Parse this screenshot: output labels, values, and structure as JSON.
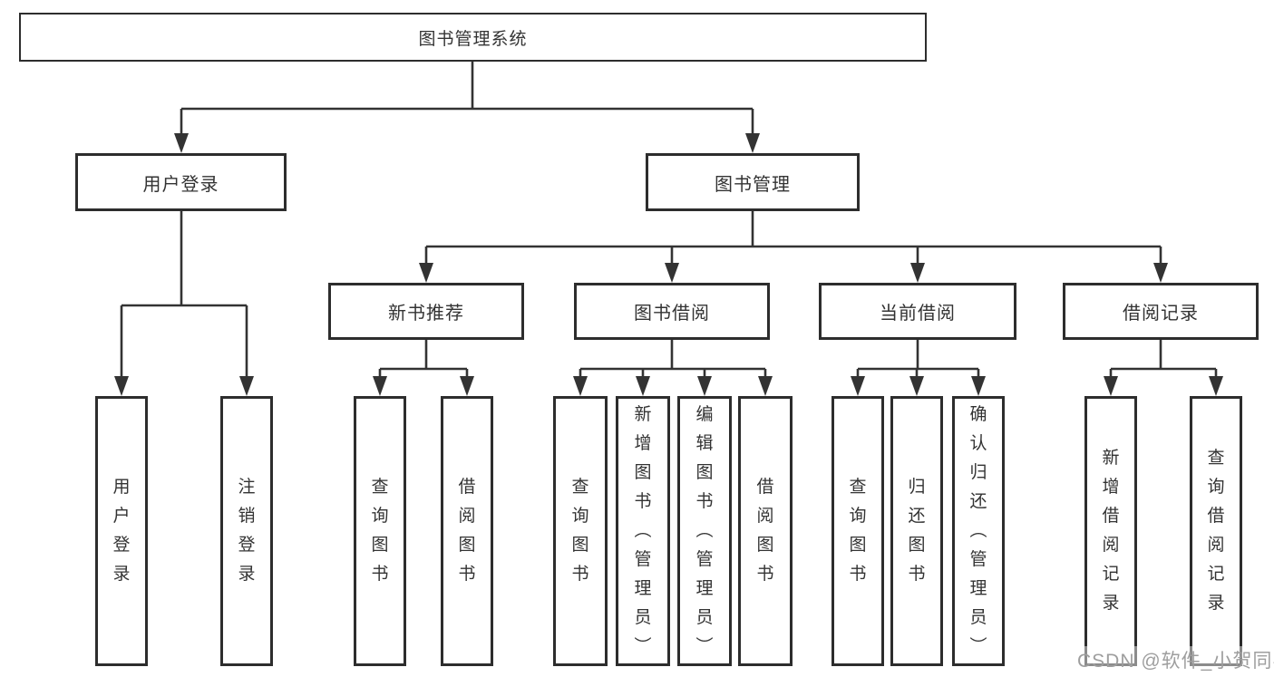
{
  "tree": {
    "root": "图书管理系统",
    "branches": [
      {
        "label": "用户登录",
        "children": [
          "用户登录",
          "注销登录"
        ]
      },
      {
        "label": "图书管理",
        "sections": [
          {
            "label": "新书推荐",
            "children": [
              "查询图书",
              "借阅图书"
            ]
          },
          {
            "label": "图书借阅",
            "children": [
              "查询图书",
              "新增图书（管理员）",
              "编辑图书（管理员）",
              "借阅图书"
            ]
          },
          {
            "label": "当前借阅",
            "children": [
              "查询图书",
              "归还图书",
              "确认归还（管理员）"
            ]
          },
          {
            "label": "借阅记录",
            "children": [
              "新增借阅记录",
              "查询借阅记录"
            ]
          }
        ]
      }
    ]
  },
  "watermark": "CSDN @软件_小贺同学",
  "colors": {
    "line": "#333333",
    "border": "#2d2d2d",
    "text": "#333333",
    "watermark": "#9e9e9e"
  }
}
